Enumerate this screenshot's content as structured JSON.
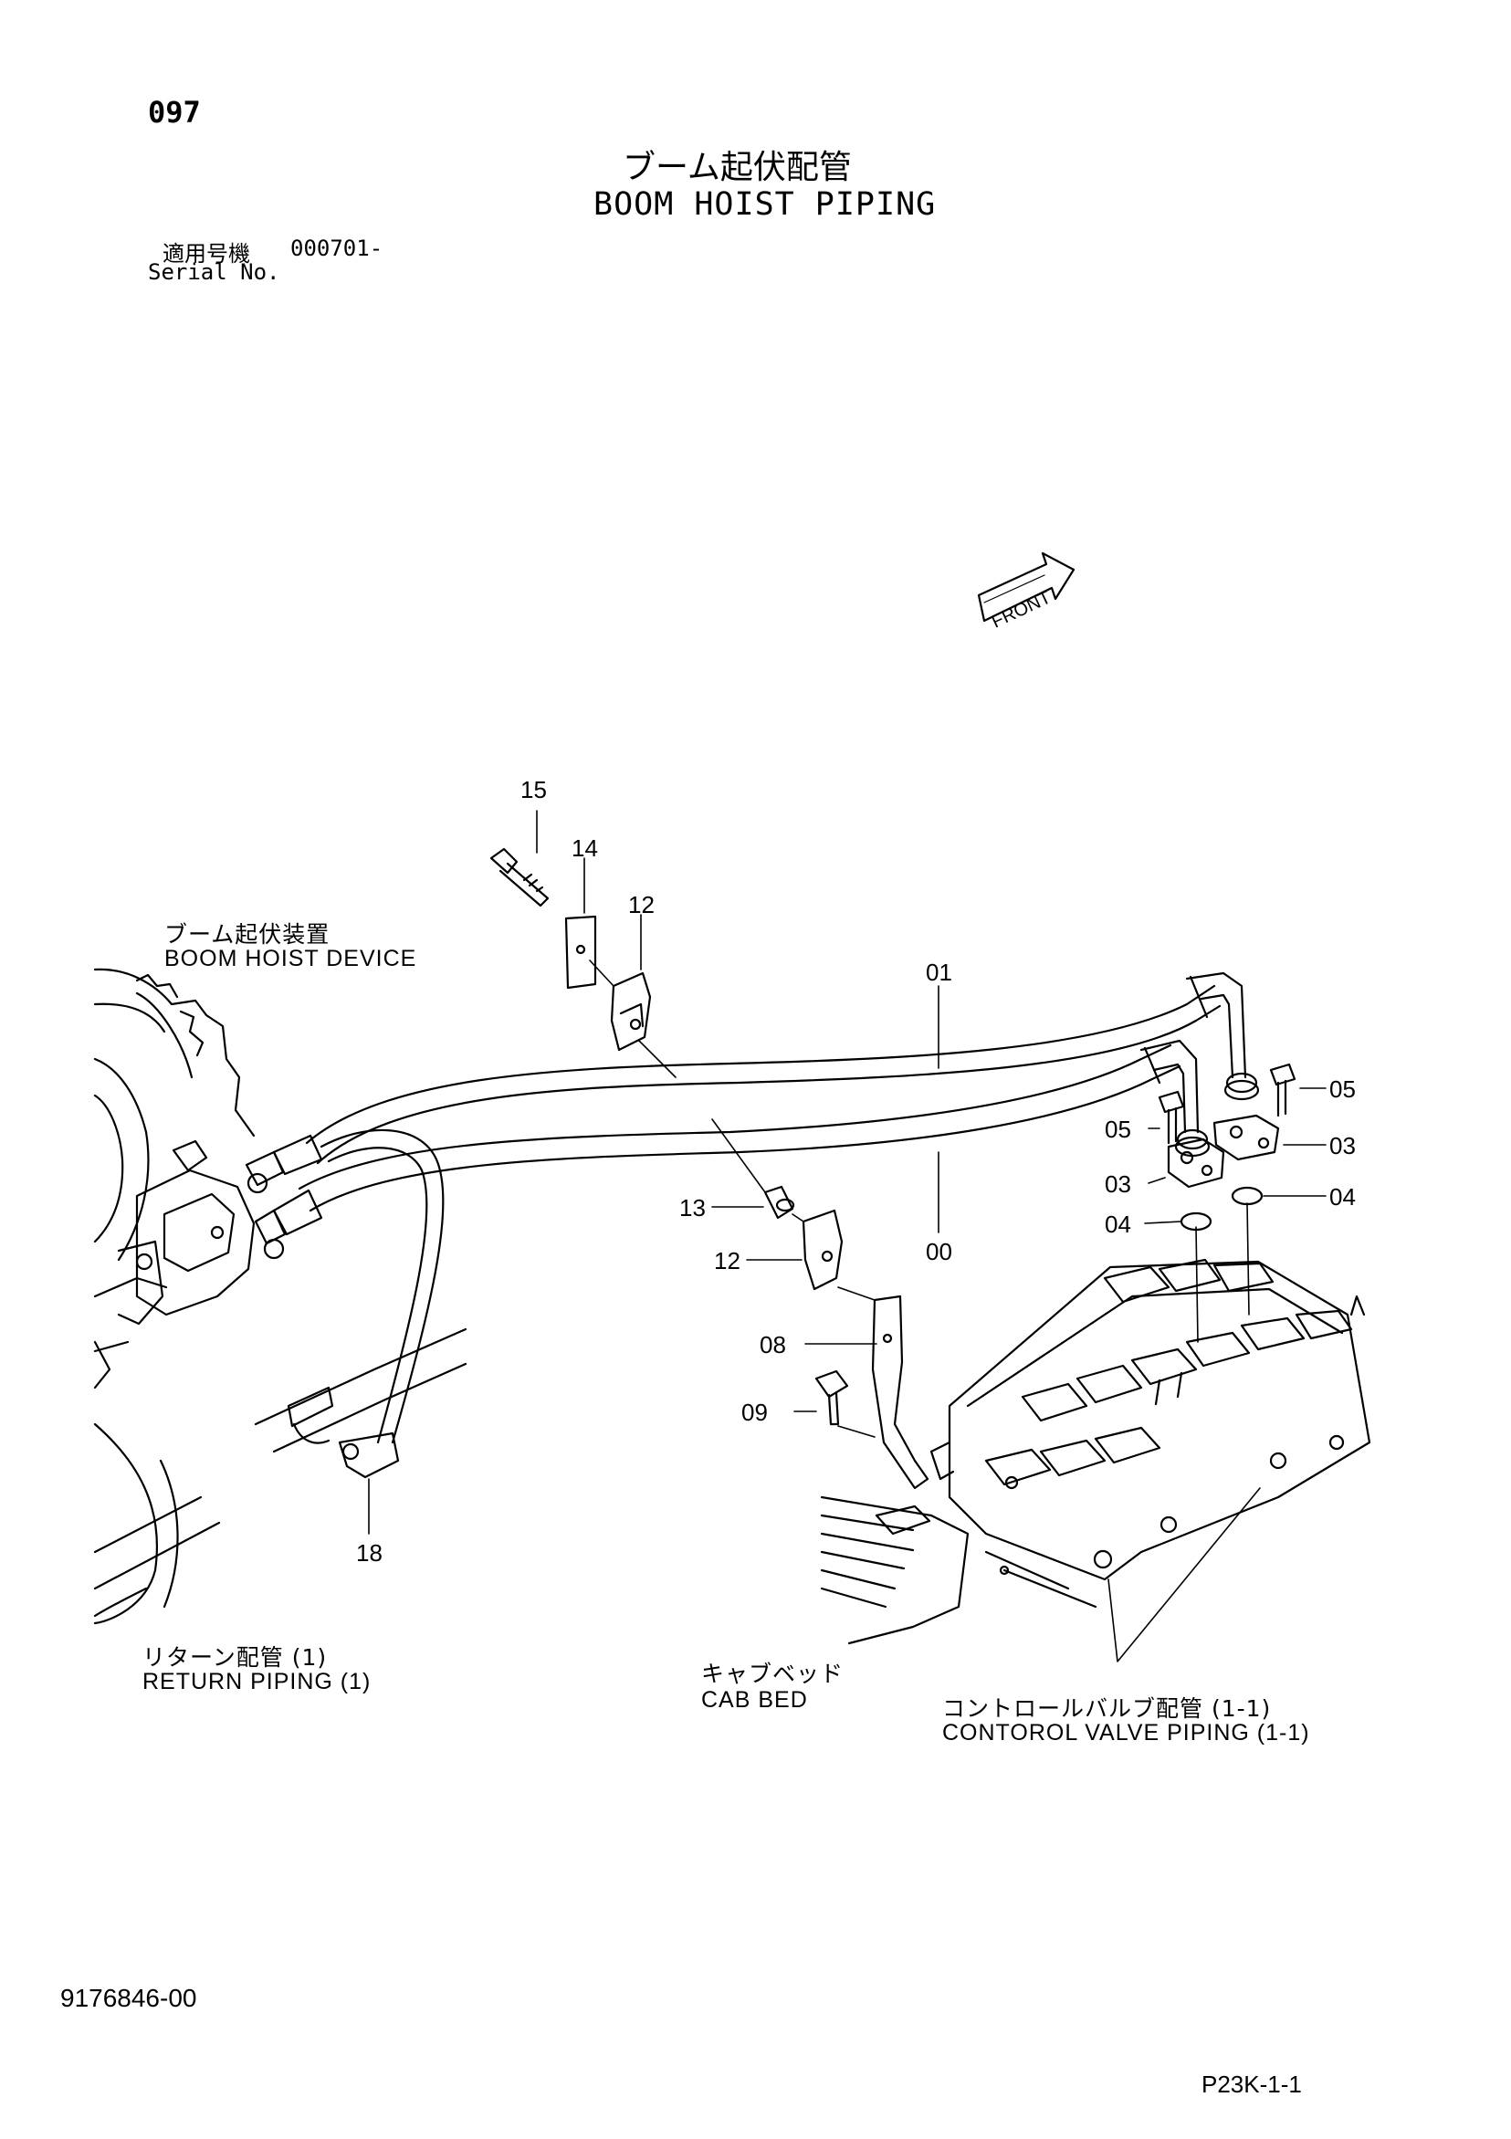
{
  "header": {
    "page_number": "097",
    "title_jp": "ブーム起伏配管",
    "title_en": "BOOM HOIST PIPING",
    "serial_label_jp": "適用号機",
    "serial_value": "000701-",
    "serial_label_en": "Serial No."
  },
  "front_marker": "FRONT",
  "part_numbers": {
    "p15": "15",
    "p14": "14",
    "p12a": "12",
    "p01": "01",
    "p05a": "05",
    "p05b": "05",
    "p03a": "03",
    "p03b": "03",
    "p04a": "04",
    "p04b": "04",
    "p13": "13",
    "p12b": "12",
    "p00": "00",
    "p08": "08",
    "p09": "09",
    "p18": "18"
  },
  "callouts": {
    "boom_hoist_device_jp": "ブーム起伏装置",
    "boom_hoist_device_en": "BOOM  HOIST  DEVICE",
    "return_piping_jp": "リターン配管 (1)",
    "return_piping_en": "RETURN  PIPING  (1)",
    "cab_bed_jp": "キャブベッド",
    "cab_bed_en": "CAB  BED",
    "control_valve_jp": "コントロールバルブ配管 (1-1)",
    "control_valve_en": "CONTOROL  VALVE  PIPING  (1-1)"
  },
  "footer": {
    "document_id": "9176846-00",
    "page_code": "P23K-1-1"
  }
}
